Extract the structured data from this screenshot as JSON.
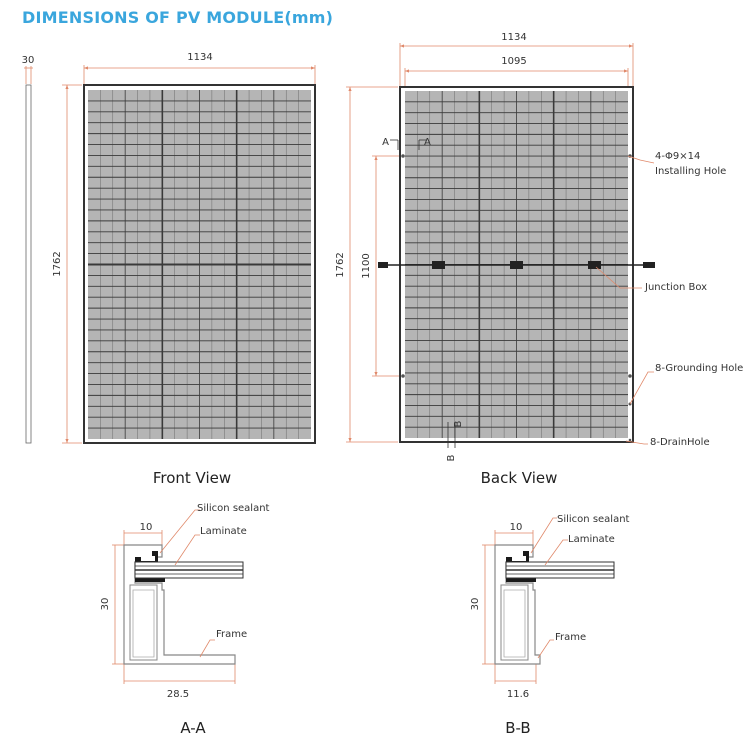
{
  "page_title": "DIMENSIONS OF PV MODULE(mm)",
  "front_view": {
    "caption": "Front View",
    "thickness": "30",
    "width": "1134",
    "height": "1762"
  },
  "back_view": {
    "caption": "Back View",
    "width_outer": "1134",
    "width_inner": "1095",
    "height": "1762",
    "mount_span": "1100",
    "section_a_left": "A",
    "section_a_right": "A",
    "section_b_left": "B",
    "section_b_right": "B",
    "callouts": {
      "installing_hole_line1": "4-Φ9×14",
      "installing_hole_line2": "Installing Hole",
      "junction_box": "Junction Box",
      "grounding_hole": "8-Grounding Hole",
      "drain_hole": "8-DrainHole"
    }
  },
  "section_aa": {
    "caption": "A-A",
    "top_width": "10",
    "height": "30",
    "bottom_width": "28.5",
    "label_sealant": "Silicon sealant",
    "label_laminate": "Laminate",
    "label_frame": "Frame"
  },
  "section_bb": {
    "caption": "B-B",
    "top_width": "10",
    "height": "30",
    "bottom_width": "11.6",
    "label_sealant": "Silicon sealant",
    "label_laminate": "Laminate",
    "label_frame": "Frame"
  },
  "colors": {
    "title": "#3aa6dd",
    "dimension_line": "#e0896a",
    "panel_frame": "#333333",
    "panel_grid": "#3a3a3a",
    "cell_fill": "#b5b5b5",
    "profile_outline": "#888888",
    "sealant_fill": "#1a1a1a"
  }
}
